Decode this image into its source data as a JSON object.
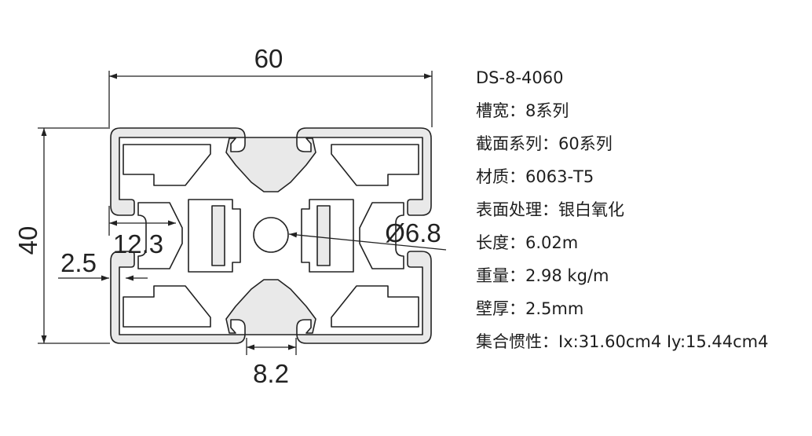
{
  "drawing": {
    "dims": {
      "width": "60",
      "height": "40",
      "slot_offset": "12.3",
      "wall": "2.5",
      "hole": "Ø6.8",
      "slot_width": "8.2"
    },
    "colors": {
      "profile_fill": "#e9e9e9",
      "line": "#222222"
    }
  },
  "specs": {
    "model": "DS-8-4060",
    "slot": "槽宽：8系列",
    "series": "截面系列：60系列",
    "material": "材质：6063-T5",
    "finish": "表面处理：银白氧化",
    "length": "长度：6.02m",
    "weight": "重量：2.98 kg/m",
    "wall": "壁厚：2.5mm",
    "inertia": "集合惯性：Ix:31.60cm4 Iy:15.44cm4"
  }
}
